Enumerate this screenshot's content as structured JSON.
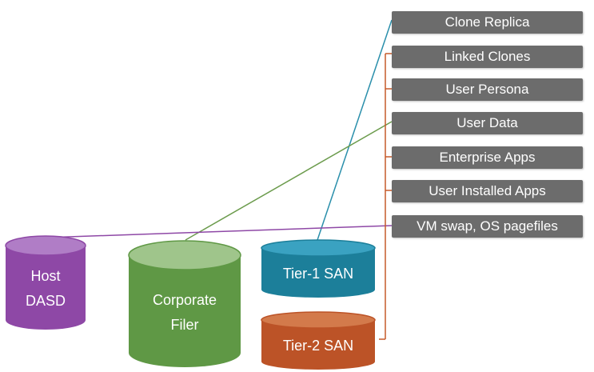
{
  "tags": {
    "clone_replica": "Clone Replica",
    "linked_clones": "Linked Clones",
    "user_persona": "User Persona",
    "user_data": "User Data",
    "enterprise_apps": "Enterprise Apps",
    "user_installed_apps": "User Installed Apps",
    "vm_swap": "VM swap, OS pagefiles"
  },
  "storage": {
    "host_dasd": {
      "line1": "Host",
      "line2": "DASD",
      "color": "#8e48a6",
      "top_color": "#b07dc6"
    },
    "corporate_filer": {
      "line1": "Corporate",
      "line2": "Filer",
      "color": "#5f9845",
      "top_color": "#9fc58b"
    },
    "tier1_san": {
      "label": "Tier-1 SAN",
      "color": "#1c7f9a",
      "top_color": "#3aa2c1"
    },
    "tier2_san": {
      "label": "Tier-2 SAN",
      "color": "#bc5327",
      "top_color": "#d37a4b"
    }
  },
  "connector_colors": {
    "tier1": "#2a8fab",
    "filer": "#6b9b4c",
    "host": "#8e48a6",
    "tier2": "#c65a2a"
  }
}
